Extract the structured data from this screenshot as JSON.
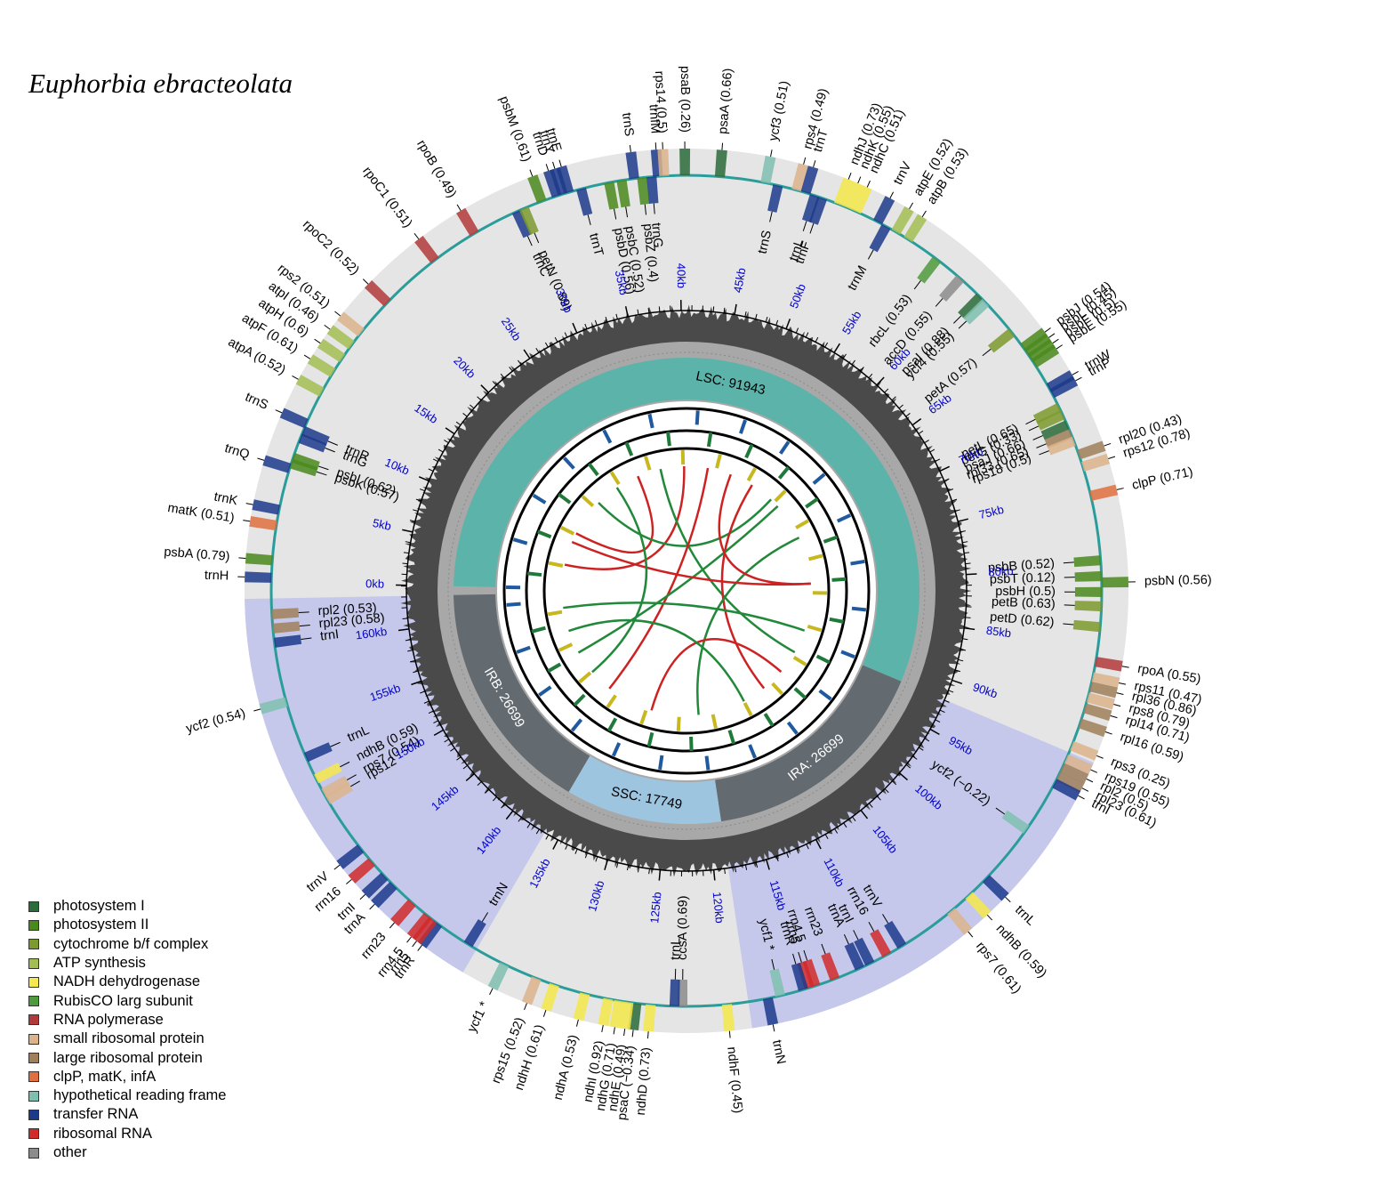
{
  "title": "Euphorbia ebracteolata",
  "legend": [
    {
      "label": "photosystem I",
      "color": "#2c6b3a"
    },
    {
      "label": "photosystem II",
      "color": "#4a8a1c"
    },
    {
      "label": "cytochrome b/f complex",
      "color": "#7d9a2e"
    },
    {
      "label": "ATP synthesis",
      "color": "#a3be52"
    },
    {
      "label": "NADH dehydrogenase",
      "color": "#f5e84a"
    },
    {
      "label": "RubisCO larg subunit",
      "color": "#4f9a3c"
    },
    {
      "label": "RNA polymerase",
      "color": "#b33a3a"
    },
    {
      "label": "small ribosomal protein",
      "color": "#dcb48c"
    },
    {
      "label": "large ribosomal protein",
      "color": "#a0805a"
    },
    {
      "label": "clpP, matK, infA",
      "color": "#e07040"
    },
    {
      "label": "hypothetical reading frame",
      "color": "#7fbfb0"
    },
    {
      "label": "transfer RNA",
      "color": "#1c3a8c"
    },
    {
      "label": "ribosomal RNA",
      "color": "#d02a2a"
    },
    {
      "label": "other",
      "color": "#8c8c8c"
    }
  ],
  "genome_length_kb": 164090,
  "regions": [
    {
      "label": "LSC: 91943",
      "start": 0,
      "end": 91943,
      "color": "#5bb3aa"
    },
    {
      "label": "IRA: 26699",
      "start": 91943,
      "end": 118642,
      "color": "#636a70"
    },
    {
      "label": "SSC: 17749",
      "start": 118642,
      "end": 136391,
      "color": "#9ec5e0"
    },
    {
      "label": "IRB: 26699",
      "start": 136391,
      "end": 163090,
      "color": "#636a70"
    }
  ],
  "ticks_kb": [
    "0kb",
    "5kb",
    "10kb",
    "15kb",
    "20kb",
    "25kb",
    "30kb",
    "35kb",
    "40kb",
    "45kb",
    "50kb",
    "55kb",
    "60kb",
    "65kb",
    "70kb",
    "75kb",
    "80kb",
    "85kb",
    "90kb",
    "95kb",
    "100kb",
    "105kb",
    "110kb",
    "115kb",
    "120kb",
    "125kb",
    "130kb",
    "135kb",
    "140kb",
    "145kb",
    "150kb",
    "155kb",
    "160kb"
  ],
  "genes": [
    {
      "label": "trnH",
      "pos": 300,
      "strand": "out",
      "color": "#1c3a8c"
    },
    {
      "label": "psbA (0.79)",
      "pos": 1400,
      "strand": "out",
      "color": "#4a8a1c"
    },
    {
      "label": "matK (0.51)",
      "pos": 3600,
      "strand": "out",
      "color": "#e07040"
    },
    {
      "label": "trnK",
      "pos": 4600,
      "strand": "out",
      "color": "#1c3a8c"
    },
    {
      "label": "psbK (0.57)",
      "pos": 7600,
      "strand": "in",
      "color": "#4a8a1c"
    },
    {
      "label": "psbI (0.62)",
      "pos": 8000,
      "strand": "in",
      "color": "#4a8a1c"
    },
    {
      "label": "trnQ",
      "pos": 7300,
      "strand": "out",
      "color": "#1c3a8c"
    },
    {
      "label": "trnG",
      "pos": 9300,
      "strand": "in",
      "color": "#1c3a8c"
    },
    {
      "label": "trnR",
      "pos": 9800,
      "strand": "in",
      "color": "#1c3a8c"
    },
    {
      "label": "trnS",
      "pos": 10300,
      "strand": "out",
      "color": "#1c3a8c"
    },
    {
      "label": "atpA (0.52)",
      "pos": 12500,
      "strand": "out",
      "color": "#a3be52"
    },
    {
      "label": "atpF (0.61)",
      "pos": 13900,
      "strand": "out",
      "color": "#a3be52"
    },
    {
      "label": "atpH (0.6)",
      "pos": 15000,
      "strand": "out",
      "color": "#a3be52"
    },
    {
      "label": "atpI (0.46)",
      "pos": 16000,
      "strand": "out",
      "color": "#a3be52"
    },
    {
      "label": "rps2 (0.51)",
      "pos": 17000,
      "strand": "out",
      "color": "#dcb48c"
    },
    {
      "label": "rpoC2 (0.52)",
      "pos": 19500,
      "strand": "out",
      "color": "#b33a3a"
    },
    {
      "label": "rpoC1 (0.51)",
      "pos": 23500,
      "strand": "out",
      "color": "#b33a3a"
    },
    {
      "label": "rpoB (0.49)",
      "pos": 26500,
      "strand": "out",
      "color": "#b33a3a"
    },
    {
      "label": "trnC",
      "pos": 29500,
      "strand": "in",
      "color": "#1c3a8c"
    },
    {
      "label": "petN (0.89)",
      "pos": 30000,
      "strand": "in",
      "color": "#7d9a2e"
    },
    {
      "label": "psbM (0.61)",
      "pos": 31200,
      "strand": "out",
      "color": "#4a8a1c"
    },
    {
      "label": "trnD",
      "pos": 32200,
      "strand": "out",
      "color": "#1c3a8c"
    },
    {
      "label": "trnY",
      "pos": 32600,
      "strand": "out",
      "color": "#1c3a8c"
    },
    {
      "label": "trnE",
      "pos": 33000,
      "strand": "out",
      "color": "#1c3a8c"
    },
    {
      "label": "trnT",
      "pos": 33800,
      "strand": "in",
      "color": "#1c3a8c"
    },
    {
      "label": "psbD (0.56)",
      "pos": 35600,
      "strand": "in",
      "color": "#4a8a1c"
    },
    {
      "label": "psbC (0.52)",
      "pos": 36400,
      "strand": "in",
      "color": "#4a8a1c"
    },
    {
      "label": "trnS",
      "pos": 37200,
      "strand": "out",
      "color": "#1c3a8c"
    },
    {
      "label": "psbZ (0.4)",
      "pos": 37700,
      "strand": "in",
      "color": "#4a8a1c"
    },
    {
      "label": "trnG",
      "pos": 38300,
      "strand": "in",
      "color": "#1c3a8c"
    },
    {
      "label": "trnfM",
      "pos": 38700,
      "strand": "out",
      "color": "#1c3a8c"
    },
    {
      "label": "rps14 (0.5)",
      "pos": 39100,
      "strand": "out",
      "color": "#dcb48c"
    },
    {
      "label": "psaB (0.26)",
      "pos": 40400,
      "strand": "out",
      "color": "#2c6b3a"
    },
    {
      "label": "psaA (0.66)",
      "pos": 42600,
      "strand": "out",
      "color": "#2c6b3a"
    },
    {
      "label": "ycf3 (0.51)",
      "pos": 45500,
      "strand": "out",
      "color": "#7fbfb0"
    },
    {
      "label": "trnS",
      "pos": 46300,
      "strand": "in",
      "color": "#1c3a8c"
    },
    {
      "label": "rps4 (0.49)",
      "pos": 47500,
      "strand": "out",
      "color": "#dcb48c"
    },
    {
      "label": "trnT",
      "pos": 48100,
      "strand": "out",
      "color": "#1c3a8c"
    },
    {
      "label": "trnL",
      "pos": 48700,
      "strand": "in",
      "color": "#1c3a8c"
    },
    {
      "label": "trnF",
      "pos": 49200,
      "strand": "in",
      "color": "#1c3a8c"
    },
    {
      "label": "ndhJ (0.73)",
      "pos": 50300,
      "strand": "out",
      "color": "#f5e84a"
    },
    {
      "label": "ndhK (0.55)",
      "pos": 50900,
      "strand": "out",
      "color": "#f5e84a"
    },
    {
      "label": "ndhC (0.51)",
      "pos": 51500,
      "strand": "out",
      "color": "#f5e84a"
    },
    {
      "label": "trnV",
      "pos": 53000,
      "strand": "out",
      "color": "#1c3a8c"
    },
    {
      "label": "trnM",
      "pos": 53600,
      "strand": "in",
      "color": "#1c3a8c"
    },
    {
      "label": "atpE (0.52)",
      "pos": 54300,
      "strand": "out",
      "color": "#a3be52"
    },
    {
      "label": "atpB (0.53)",
      "pos": 55200,
      "strand": "out",
      "color": "#a3be52"
    },
    {
      "label": "rbcL (0.53)",
      "pos": 57400,
      "strand": "in",
      "color": "#4f9a3c"
    },
    {
      "label": "accD (0.55)",
      "pos": 59300,
      "strand": "in",
      "color": "#8c8c8c"
    },
    {
      "label": "psaI (0.88)",
      "pos": 61000,
      "strand": "in",
      "color": "#2c6b3a"
    },
    {
      "label": "ycf4 (0.55)",
      "pos": 61500,
      "strand": "in",
      "color": "#7fbfb0"
    },
    {
      "label": "petA (0.57)",
      "pos": 64000,
      "strand": "in",
      "color": "#7d9a2e"
    },
    {
      "label": "psbJ (0.54)",
      "pos": 65200,
      "strand": "out",
      "color": "#4a8a1c"
    },
    {
      "label": "psbL (0.45)",
      "pos": 65600,
      "strand": "out",
      "color": "#4a8a1c"
    },
    {
      "label": "psbF (0.5)",
      "pos": 66000,
      "strand": "out",
      "color": "#4a8a1c"
    },
    {
      "label": "psbE (0.55)",
      "pos": 66400,
      "strand": "out",
      "color": "#4a8a1c"
    },
    {
      "label": "trnW",
      "pos": 68200,
      "strand": "out",
      "color": "#1c3a8c"
    },
    {
      "label": "trnP",
      "pos": 68600,
      "strand": "out",
      "color": "#1c3a8c"
    },
    {
      "label": "petL (0.65)",
      "pos": 69600,
      "strand": "in",
      "color": "#7d9a2e"
    },
    {
      "label": "petG (0.33)",
      "pos": 70100,
      "strand": "in",
      "color": "#7d9a2e"
    },
    {
      "label": "psaJ (0.66)",
      "pos": 70800,
      "strand": "in",
      "color": "#2c6b3a"
    },
    {
      "label": "rpl33 (0.65)",
      "pos": 71400,
      "strand": "in",
      "color": "#a0805a"
    },
    {
      "label": "rps18 (0.5)",
      "pos": 71900,
      "strand": "in",
      "color": "#dcb48c"
    },
    {
      "label": "rpl20 (0.43)",
      "pos": 72800,
      "strand": "out",
      "color": "#a0805a"
    },
    {
      "label": "rps12 (0.78)",
      "pos": 73600,
      "strand": "out",
      "color": "#dcb48c"
    },
    {
      "label": "clpP (0.71)",
      "pos": 75500,
      "strand": "out",
      "color": "#e07040"
    },
    {
      "label": "psbB (0.52)",
      "pos": 79600,
      "strand": "in",
      "color": "#4a8a1c"
    },
    {
      "label": "psbT (0.12)",
      "pos": 80600,
      "strand": "in",
      "color": "#4a8a1c"
    },
    {
      "label": "psbN (0.56)",
      "pos": 81000,
      "strand": "out",
      "color": "#4a8a1c"
    },
    {
      "label": "psbH (0.5)",
      "pos": 81600,
      "strand": "in",
      "color": "#4a8a1c"
    },
    {
      "label": "petB (0.63)",
      "pos": 82500,
      "strand": "in",
      "color": "#7d9a2e"
    },
    {
      "label": "petD (0.62)",
      "pos": 83800,
      "strand": "in",
      "color": "#7d9a2e"
    },
    {
      "label": "rpoA (0.55)",
      "pos": 86000,
      "strand": "out",
      "color": "#b33a3a"
    },
    {
      "label": "rps11 (0.47)",
      "pos": 87000,
      "strand": "out",
      "color": "#dcb48c"
    },
    {
      "label": "rpl36 (0.86)",
      "pos": 87600,
      "strand": "out",
      "color": "#a0805a"
    },
    {
      "label": "rps8 (0.79)",
      "pos": 88300,
      "strand": "out",
      "color": "#dcb48c"
    },
    {
      "label": "rpl14 (0.71)",
      "pos": 89000,
      "strand": "out",
      "color": "#a0805a"
    },
    {
      "label": "rpl16 (0.59)",
      "pos": 90000,
      "strand": "out",
      "color": "#a0805a"
    },
    {
      "label": "rps3 (0.25)",
      "pos": 91500,
      "strand": "out",
      "color": "#dcb48c"
    },
    {
      "label": "rps19 (0.55)",
      "pos": 92400,
      "strand": "out",
      "color": "#dcb48c"
    },
    {
      "label": "rpl2 (0.5)",
      "pos": 93000,
      "strand": "out",
      "color": "#a0805a"
    },
    {
      "label": "rpl23 (0.61)",
      "pos": 93600,
      "strand": "out",
      "color": "#a0805a"
    },
    {
      "label": "trnI",
      "pos": 94100,
      "strand": "out",
      "color": "#1c3a8c"
    },
    {
      "label": "ycf2 (−0.22)",
      "pos": 97500,
      "strand": "in",
      "color": "#7fbfb0"
    },
    {
      "label": "trnL",
      "pos": 101500,
      "strand": "out",
      "color": "#1c3a8c"
    },
    {
      "label": "ndhB (0.59)",
      "pos": 103000,
      "strand": "out",
      "color": "#f5e84a"
    },
    {
      "label": "rps7 (0.61)",
      "pos": 104500,
      "strand": "out",
      "color": "#dcb48c"
    },
    {
      "label": "trnV",
      "pos": 108300,
      "strand": "in",
      "color": "#1c3a8c"
    },
    {
      "label": "rrn16",
      "pos": 109400,
      "strand": "in",
      "color": "#d02a2a"
    },
    {
      "label": "trnI",
      "pos": 110600,
      "strand": "in",
      "color": "#1c3a8c"
    },
    {
      "label": "trnA",
      "pos": 111300,
      "strand": "in",
      "color": "#1c3a8c"
    },
    {
      "label": "rrn23",
      "pos": 113000,
      "strand": "in",
      "color": "#d02a2a"
    },
    {
      "label": "rrn4.5",
      "pos": 114300,
      "strand": "in",
      "color": "#d02a2a"
    },
    {
      "label": "rrn5",
      "pos": 114700,
      "strand": "in",
      "color": "#d02a2a"
    },
    {
      "label": "trnR",
      "pos": 115100,
      "strand": "in",
      "color": "#1c3a8c"
    },
    {
      "label": "ycf1 *",
      "pos": 116600,
      "strand": "in",
      "color": "#7fbfb0"
    },
    {
      "label": "trnN",
      "pos": 117400,
      "strand": "out",
      "color": "#1c3a8c"
    },
    {
      "label": "ndhF (0.45)",
      "pos": 120000,
      "strand": "out",
      "color": "#f5e84a"
    },
    {
      "label": "ccsA (0.69)",
      "pos": 122800,
      "strand": "in",
      "color": "#8c8c8c"
    },
    {
      "label": "trnL",
      "pos": 123300,
      "strand": "in",
      "color": "#1c3a8c"
    },
    {
      "label": "ndhD (0.73)",
      "pos": 124800,
      "strand": "out",
      "color": "#f5e84a"
    },
    {
      "label": "psaC (−0.34)",
      "pos": 125700,
      "strand": "out",
      "color": "#2c6b3a"
    },
    {
      "label": "ndhE (0.49)",
      "pos": 126200,
      "strand": "out",
      "color": "#f5e84a"
    },
    {
      "label": "ndhG (0.71)",
      "pos": 126800,
      "strand": "out",
      "color": "#f5e84a"
    },
    {
      "label": "ndhI (0.92)",
      "pos": 127500,
      "strand": "out",
      "color": "#f5e84a"
    },
    {
      "label": "ndhA (0.53)",
      "pos": 129000,
      "strand": "out",
      "color": "#f5e84a"
    },
    {
      "label": "ndhH (0.61)",
      "pos": 131000,
      "strand": "out",
      "color": "#f5e84a"
    },
    {
      "label": "rps15 (0.52)",
      "pos": 132200,
      "strand": "out",
      "color": "#dcb48c"
    },
    {
      "label": "ycf1 *",
      "pos": 134400,
      "strand": "out",
      "color": "#7fbfb0"
    },
    {
      "label": "trnN",
      "pos": 137000,
      "strand": "in",
      "color": "#1c3a8c"
    },
    {
      "label": "trnR",
      "pos": 139300,
      "strand": "out",
      "color": "#1c3a8c"
    },
    {
      "label": "rrn5",
      "pos": 139700,
      "strand": "out",
      "color": "#d02a2a"
    },
    {
      "label": "rrn4.5",
      "pos": 140100,
      "strand": "out",
      "color": "#d02a2a"
    },
    {
      "label": "rrn23",
      "pos": 141400,
      "strand": "out",
      "color": "#d02a2a"
    },
    {
      "label": "trnA",
      "pos": 143000,
      "strand": "out",
      "color": "#1c3a8c"
    },
    {
      "label": "trnI",
      "pos": 143800,
      "strand": "out",
      "color": "#1c3a8c"
    },
    {
      "label": "rrn16",
      "pos": 145000,
      "strand": "out",
      "color": "#d02a2a"
    },
    {
      "label": "trnV",
      "pos": 146100,
      "strand": "out",
      "color": "#1c3a8c"
    },
    {
      "label": "rps12",
      "pos": 149800,
      "strand": "in",
      "color": "#dcb48c"
    },
    {
      "label": "rps7 (0.54)",
      "pos": 150300,
      "strand": "in",
      "color": "#dcb48c"
    },
    {
      "label": "ndhB (0.59)",
      "pos": 151300,
      "strand": "in",
      "color": "#f5e84a"
    },
    {
      "label": "trnL",
      "pos": 152800,
      "strand": "in",
      "color": "#1c3a8c"
    },
    {
      "label": "ycf2 (0.54)",
      "pos": 156500,
      "strand": "out",
      "color": "#7fbfb0"
    },
    {
      "label": "trnI",
      "pos": 160300,
      "strand": "in",
      "color": "#1c3a8c"
    },
    {
      "label": "rpl23 (0.58)",
      "pos": 161200,
      "strand": "in",
      "color": "#a0805a"
    },
    {
      "label": "rpl2 (0.53)",
      "pos": 162100,
      "strand": "in",
      "color": "#a0805a"
    }
  ]
}
